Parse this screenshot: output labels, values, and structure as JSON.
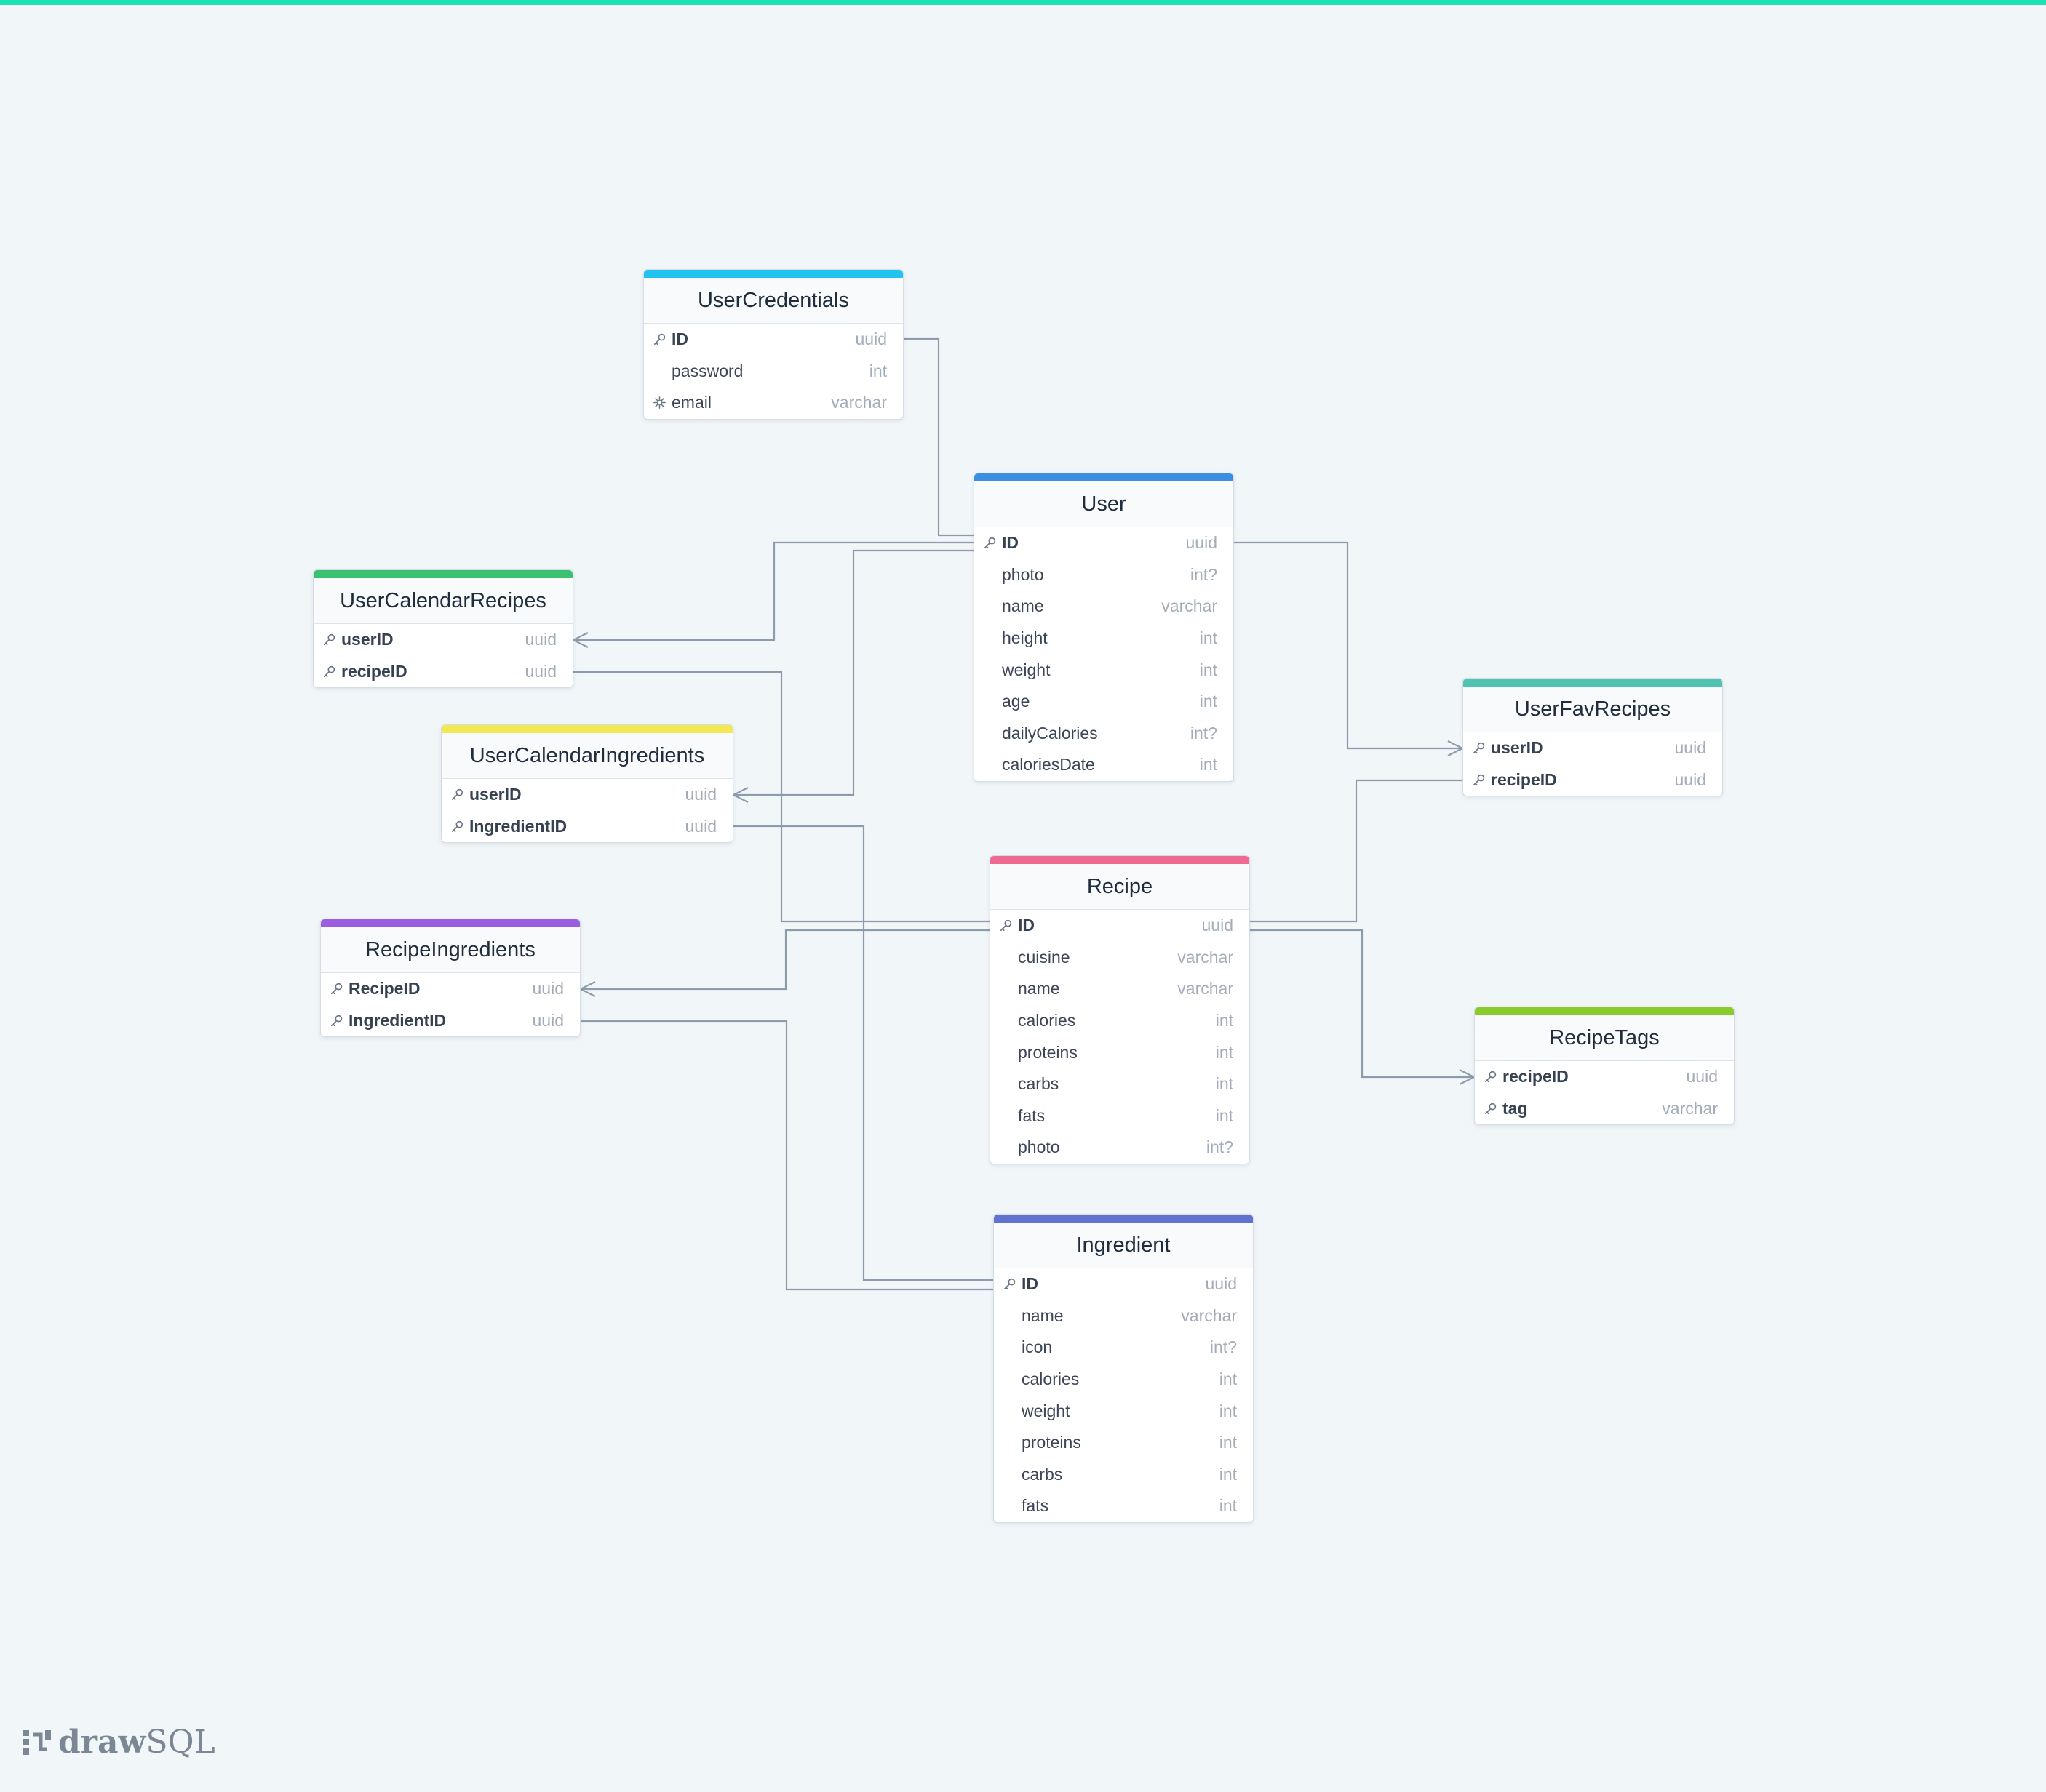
{
  "colors": {
    "background": "#f1f6f9",
    "accent": "#1de2b4",
    "relation_line": "#8d9cab"
  },
  "tables": {
    "usercredentials": {
      "name": "UserCredentials",
      "color": "#22c3ee",
      "columns": [
        {
          "name": "ID",
          "type": "uuid",
          "key": "pk"
        },
        {
          "name": "password",
          "type": "int",
          "key": ""
        },
        {
          "name": "email",
          "type": "varchar",
          "key": "unique"
        }
      ]
    },
    "user": {
      "name": "User",
      "color": "#3b8fe0",
      "columns": [
        {
          "name": "ID",
          "type": "uuid",
          "key": "pk"
        },
        {
          "name": "photo",
          "type": "int?",
          "key": ""
        },
        {
          "name": "name",
          "type": "varchar",
          "key": ""
        },
        {
          "name": "height",
          "type": "int",
          "key": ""
        },
        {
          "name": "weight",
          "type": "int",
          "key": ""
        },
        {
          "name": "age",
          "type": "int",
          "key": ""
        },
        {
          "name": "dailyCalories",
          "type": "int?",
          "key": ""
        },
        {
          "name": "caloriesDate",
          "type": "int",
          "key": ""
        }
      ]
    },
    "usercalendarrecipes": {
      "name": "UserCalendarRecipes",
      "color": "#3bc270",
      "columns": [
        {
          "name": "userID",
          "type": "uuid",
          "key": "pk"
        },
        {
          "name": "recipeID",
          "type": "uuid",
          "key": "pk"
        }
      ]
    },
    "usercalendaringredients": {
      "name": "UserCalendarIngredients",
      "color": "#f2e84f",
      "columns": [
        {
          "name": "userID",
          "type": "uuid",
          "key": "pk"
        },
        {
          "name": "IngredientID",
          "type": "uuid",
          "key": "pk"
        }
      ]
    },
    "userfavrecipes": {
      "name": "UserFavRecipes",
      "color": "#4fc4b0",
      "columns": [
        {
          "name": "userID",
          "type": "uuid",
          "key": "pk"
        },
        {
          "name": "recipeID",
          "type": "uuid",
          "key": "pk"
        }
      ]
    },
    "recipe": {
      "name": "Recipe",
      "color": "#ee6a91",
      "columns": [
        {
          "name": "ID",
          "type": "uuid",
          "key": "pk"
        },
        {
          "name": "cuisine",
          "type": "varchar",
          "key": ""
        },
        {
          "name": "name",
          "type": "varchar",
          "key": ""
        },
        {
          "name": "calories",
          "type": "int",
          "key": ""
        },
        {
          "name": "proteins",
          "type": "int",
          "key": ""
        },
        {
          "name": "carbs",
          "type": "int",
          "key": ""
        },
        {
          "name": "fats",
          "type": "int",
          "key": ""
        },
        {
          "name": "photo",
          "type": "int?",
          "key": ""
        }
      ]
    },
    "recipeingredients": {
      "name": "RecipeIngredients",
      "color": "#9b5ee0",
      "columns": [
        {
          "name": "RecipeID",
          "type": "uuid",
          "key": "pk"
        },
        {
          "name": "IngredientID",
          "type": "uuid",
          "key": "pk"
        }
      ]
    },
    "recipetags": {
      "name": "RecipeTags",
      "color": "#8acb2e",
      "columns": [
        {
          "name": "recipeID",
          "type": "uuid",
          "key": "pk"
        },
        {
          "name": "tag",
          "type": "varchar",
          "key": "pk"
        }
      ]
    },
    "ingredient": {
      "name": "Ingredient",
      "color": "#6173cf",
      "columns": [
        {
          "name": "ID",
          "type": "uuid",
          "key": "pk"
        },
        {
          "name": "name",
          "type": "varchar",
          "key": ""
        },
        {
          "name": "icon",
          "type": "int?",
          "key": ""
        },
        {
          "name": "calories",
          "type": "int",
          "key": ""
        },
        {
          "name": "weight",
          "type": "int",
          "key": ""
        },
        {
          "name": "proteins",
          "type": "int",
          "key": ""
        },
        {
          "name": "carbs",
          "type": "int",
          "key": ""
        },
        {
          "name": "fats",
          "type": "int",
          "key": ""
        }
      ]
    }
  },
  "relationships": [
    {
      "from": "UserCredentials.ID",
      "to": "User.ID",
      "type": "one-to-one"
    },
    {
      "from": "User.ID",
      "to": "UserCalendarRecipes.userID",
      "type": "one-to-many"
    },
    {
      "from": "User.ID",
      "to": "UserCalendarIngredients.userID",
      "type": "one-to-many"
    },
    {
      "from": "User.ID",
      "to": "UserFavRecipes.userID",
      "type": "one-to-many"
    },
    {
      "from": "Recipe.ID",
      "to": "UserCalendarRecipes.recipeID",
      "type": "one-to-one"
    },
    {
      "from": "Recipe.ID",
      "to": "UserFavRecipes.recipeID",
      "type": "one-to-one"
    },
    {
      "from": "Recipe.ID",
      "to": "RecipeIngredients.RecipeID",
      "type": "one-to-many"
    },
    {
      "from": "Recipe.ID",
      "to": "RecipeTags.recipeID",
      "type": "one-to-many"
    },
    {
      "from": "Ingredient.ID",
      "to": "UserCalendarIngredients.IngredientID",
      "type": "one-to-one"
    },
    {
      "from": "Ingredient.ID",
      "to": "RecipeIngredients.IngredientID",
      "type": "one-to-one"
    }
  ],
  "brand": {
    "logo_bold": "draw",
    "logo_light": "SQL"
  }
}
